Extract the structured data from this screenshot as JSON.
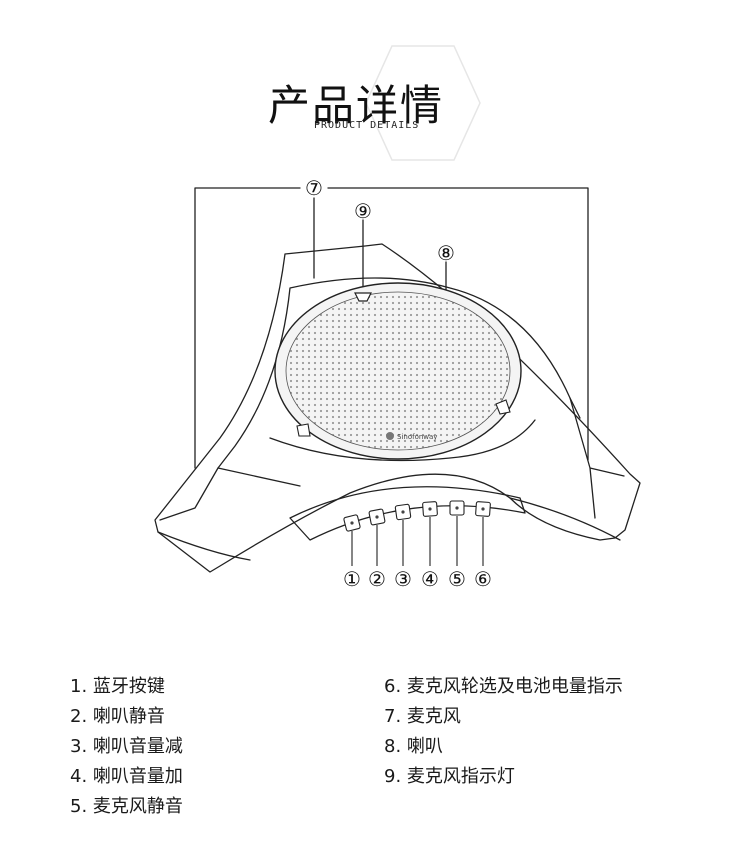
{
  "header": {
    "title": "产品详情",
    "subtitle": "PRODUCT DETAILS"
  },
  "diagram": {
    "brand_text": "Sinofonway",
    "callouts": {
      "c1": "①",
      "c2": "②",
      "c3": "③",
      "c4": "④",
      "c5": "⑤",
      "c6": "⑥",
      "c7": "⑦",
      "c8": "⑧",
      "c9": "⑨"
    }
  },
  "features": {
    "left": [
      "1. 蓝牙按键",
      "2. 喇叭静音",
      "3. 喇叭音量减",
      "4. 喇叭音量加",
      "5. 麦克风静音"
    ],
    "right": [
      "6. 麦克风轮选及电池电量指示",
      "7. 麦克风",
      "8. 喇叭",
      "9. 麦克风指示灯"
    ]
  },
  "colors": {
    "line": "#222222",
    "hex_outline": "#e6e6e6",
    "grille_dot": "#9a9a9a"
  }
}
